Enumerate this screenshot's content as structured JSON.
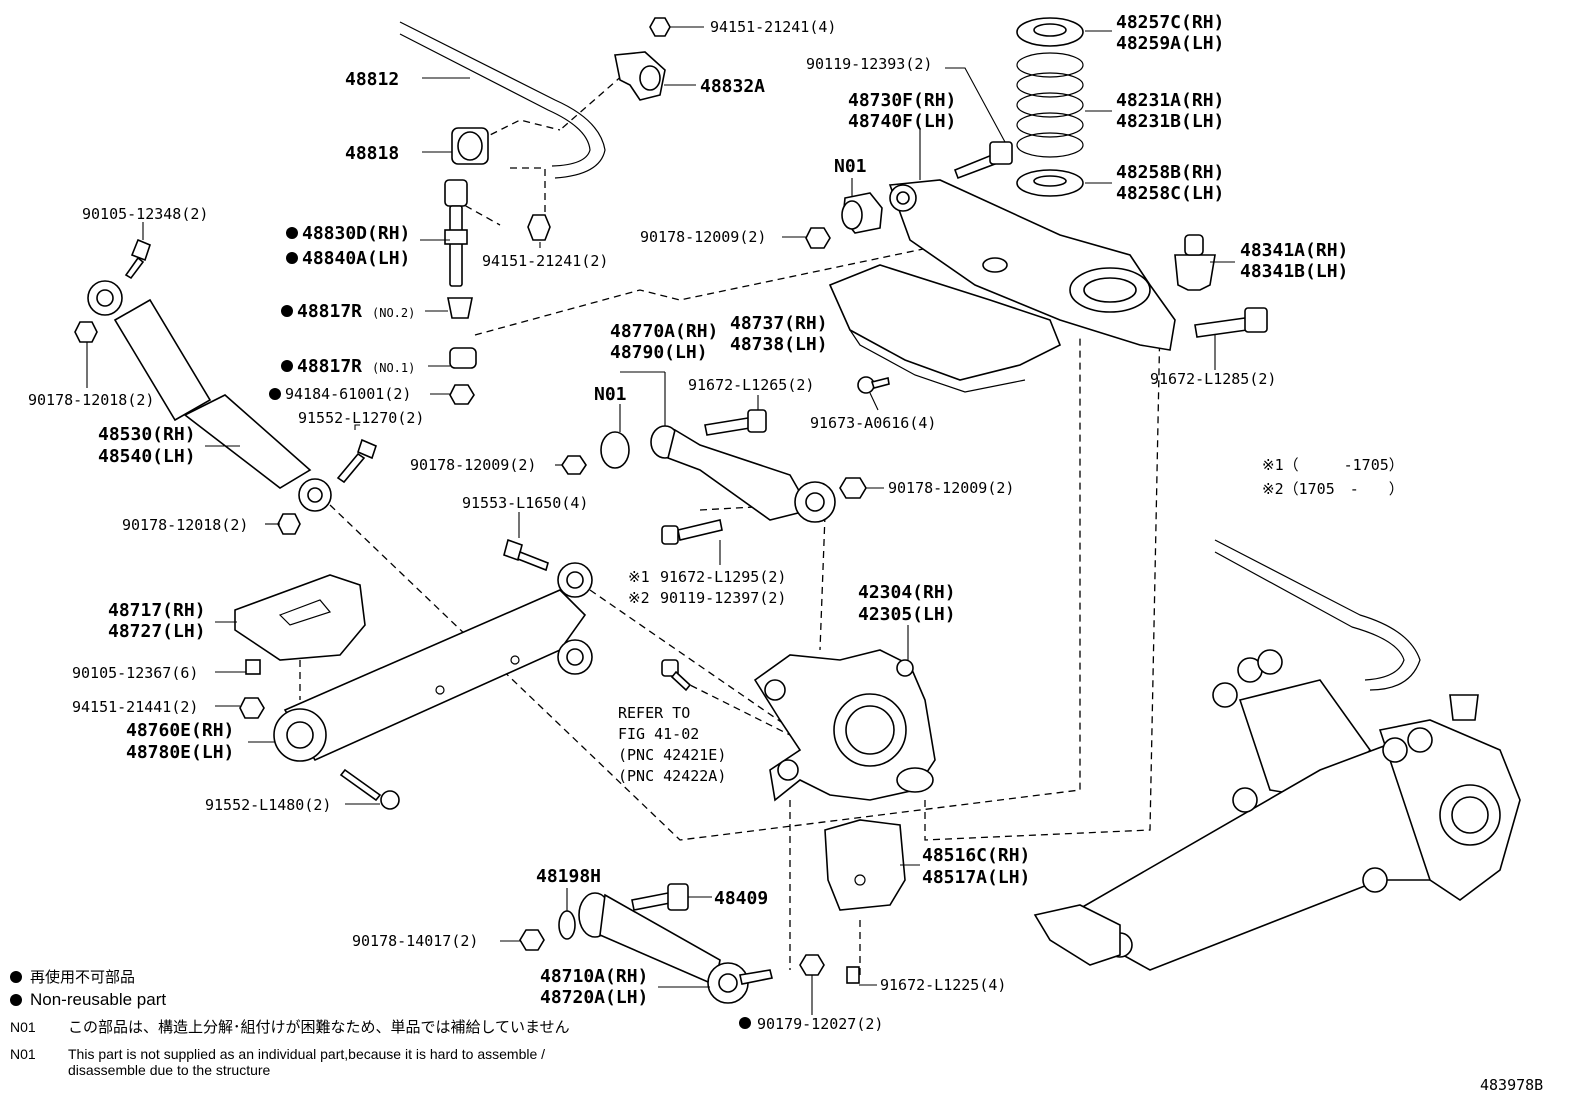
{
  "labels": {
    "l_94151_21241_top": "94151-21241(4)",
    "l_48832A": "48832A",
    "l_48812": "48812",
    "l_48818": "48818",
    "l_90105_12348": "90105-12348(2)",
    "l_48830D": "48830D(RH)",
    "l_48840A": "48840A(LH)",
    "l_94151_21241_mid": "94151-21241(2)",
    "l_48817R_2": "48817R",
    "l_no2": "(NO.2)",
    "l_48817R_1": "48817R",
    "l_no1": "(NO.1)",
    "l_90178_12018_a": "90178-12018(2)",
    "l_94184_61001": "94184-61001(2)",
    "l_91552_L1270": "91552-L1270(2)",
    "l_48530": "48530(RH)",
    "l_48540": "48540(LH)",
    "l_90178_12018_b": "90178-12018(2)",
    "l_48770A": "48770A(RH)",
    "l_48790": "48790(LH)",
    "l_N01_mid": "N01",
    "l_48737": "48737(RH)",
    "l_48738": "48738(LH)",
    "l_91672_L1265": "91672-L1265(2)",
    "l_90178_12009_a": "90178-12009(2)",
    "l_90178_12009_b": "90178-12009(2)",
    "l_91553_L1650": "91553-L1650(4)",
    "l_91672_L1295": "91672-L1295(2)",
    "l_90119_12397": "90119-12397(2)",
    "l_k1": "※1",
    "l_k2": "※2",
    "l_48717": "48717(RH)",
    "l_48727": "48727(LH)",
    "l_90105_12367": "90105-12367(6)",
    "l_94151_21441": "94151-21441(2)",
    "l_48760E": "48760E(RH)",
    "l_48780E": "48780E(LH)",
    "l_91552_L1480": "91552-L1480(2)",
    "l_refer1": "REFER TO",
    "l_refer2": "FIG 41-02",
    "l_refer3": "(PNC 42421E)",
    "l_refer4": "(PNC 42422A)",
    "l_42304": "42304(RH)",
    "l_42305": "42305(LH)",
    "l_48516C": "48516C(RH)",
    "l_48517A": "48517A(LH)",
    "l_48198H": "48198H",
    "l_48409": "48409",
    "l_90178_14017": "90178-14017(2)",
    "l_48710A": "48710A(RH)",
    "l_48720A": "48720A(LH)",
    "l_90179_12027": "90179-12027(2)",
    "l_91672_L1225": "91672-L1225(4)",
    "l_90119_12393": "90119-12393(2)",
    "l_48730F": "48730F(RH)",
    "l_48740F": "48740F(LH)",
    "l_N01_top": "N01",
    "l_90178_12009_c": "90178-12009(2)",
    "l_48257C": "48257C(RH)",
    "l_48259A": "48259A(LH)",
    "l_48231A": "48231A(RH)",
    "l_48231B": "48231B(LH)",
    "l_48258B": "48258B(RH)",
    "l_48258C": "48258C(LH)",
    "l_48341A": "48341A(RH)",
    "l_48341B": "48341B(LH)",
    "l_91672_L1285": "91672-L1285(2)",
    "l_91673_A0616": "91673-A0616(4)",
    "l_note1": "※1（　　　-1705）",
    "l_note2": "※2（1705　-　　）",
    "l_figno": "483978B"
  },
  "legend": {
    "nonreuse_jp": "再使用不可部品",
    "nonreuse_en": "Non-reusable part",
    "n01_tag": "N01",
    "n01_jp": "この部品は、構造上分解･組付けが困難なため、単品では補給していません",
    "n01_en_line1": "This part is not supplied as an individual part,because it is hard to assemble /",
    "n01_en_line2": "disassemble due to the structure"
  },
  "icons": [
    "non-reusable-dot-icon"
  ]
}
